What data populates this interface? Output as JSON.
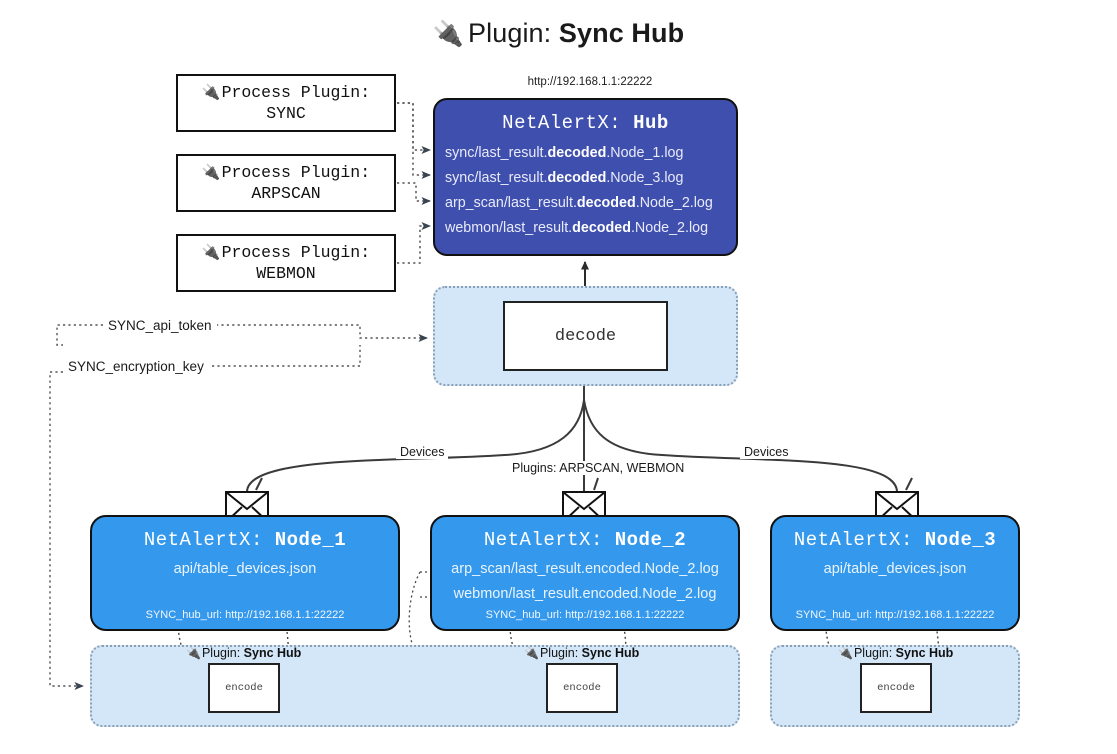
{
  "title": {
    "icon": "plug-icon",
    "prefix": "Plugin: ",
    "name": "Sync Hub"
  },
  "hub": {
    "url": "http://192.168.1.1:22222",
    "title_prefix": "NetAlertX: ",
    "title_name": "Hub",
    "logs": [
      {
        "pre": "sync/last_result.",
        "mid": "decoded",
        "post": ".Node_1.log"
      },
      {
        "pre": "sync/last_result.",
        "mid": "decoded",
        "post": ".Node_3.log"
      },
      {
        "pre": "arp_scan/last_result.",
        "mid": "decoded",
        "post": ".Node_2.log"
      },
      {
        "pre": "webmon/last_result.",
        "mid": "decoded",
        "post": ".Node_2.log"
      }
    ]
  },
  "process_plugins": [
    {
      "icon": "plug-icon",
      "line1": "Process Plugin:",
      "line2": "SYNC"
    },
    {
      "icon": "plug-icon",
      "line1": "Process Plugin:",
      "line2": "ARPSCAN"
    },
    {
      "icon": "plug-icon",
      "line1": "Process Plugin:",
      "line2": "WEBMON"
    }
  ],
  "decode": {
    "label": "decode"
  },
  "tokens": [
    {
      "label": "SYNC_api_token"
    },
    {
      "label": "SYNC_encryption_key"
    }
  ],
  "edge_labels": {
    "left": "Devices",
    "middle": "Plugins: ARPSCAN, WEBMON",
    "right": "Devices"
  },
  "nodes": [
    {
      "icon": "envelope-icon",
      "title_prefix": "NetAlertX: ",
      "title_name": "Node_1",
      "lines": [
        "api/table_devices.json"
      ],
      "url": "SYNC_hub_url: http://192.168.1.1:22222"
    },
    {
      "icon": "envelope-icon",
      "title_prefix": "NetAlertX: ",
      "title_name": "Node_2",
      "lines": [
        "arp_scan/last_result.encoded.Node_2.log",
        "webmon/last_result.encoded.Node_2.log"
      ],
      "url": "SYNC_hub_url: http://192.168.1.1:22222"
    },
    {
      "icon": "envelope-icon",
      "title_prefix": "NetAlertX: ",
      "title_name": "Node_3",
      "lines": [
        "api/table_devices.json"
      ],
      "url": "SYNC_hub_url: http://192.168.1.1:22222"
    }
  ],
  "encoders": [
    {
      "icon": "plug-icon",
      "prefix": "Plugin: ",
      "name": "Sync Hub",
      "box_label": "encode"
    },
    {
      "icon": "plug-icon",
      "prefix": "Plugin: ",
      "name": "Sync Hub",
      "box_label": "encode"
    },
    {
      "icon": "plug-icon",
      "prefix": "Plugin: ",
      "name": "Sync Hub",
      "box_label": "encode"
    }
  ],
  "colors": {
    "hub_fill": "#3f4fad",
    "node_fill": "#3498ec",
    "band_fill": "#d4e7f9",
    "band_border": "#8aa0b4",
    "stroke": "#111111",
    "background": "#ffffff"
  }
}
